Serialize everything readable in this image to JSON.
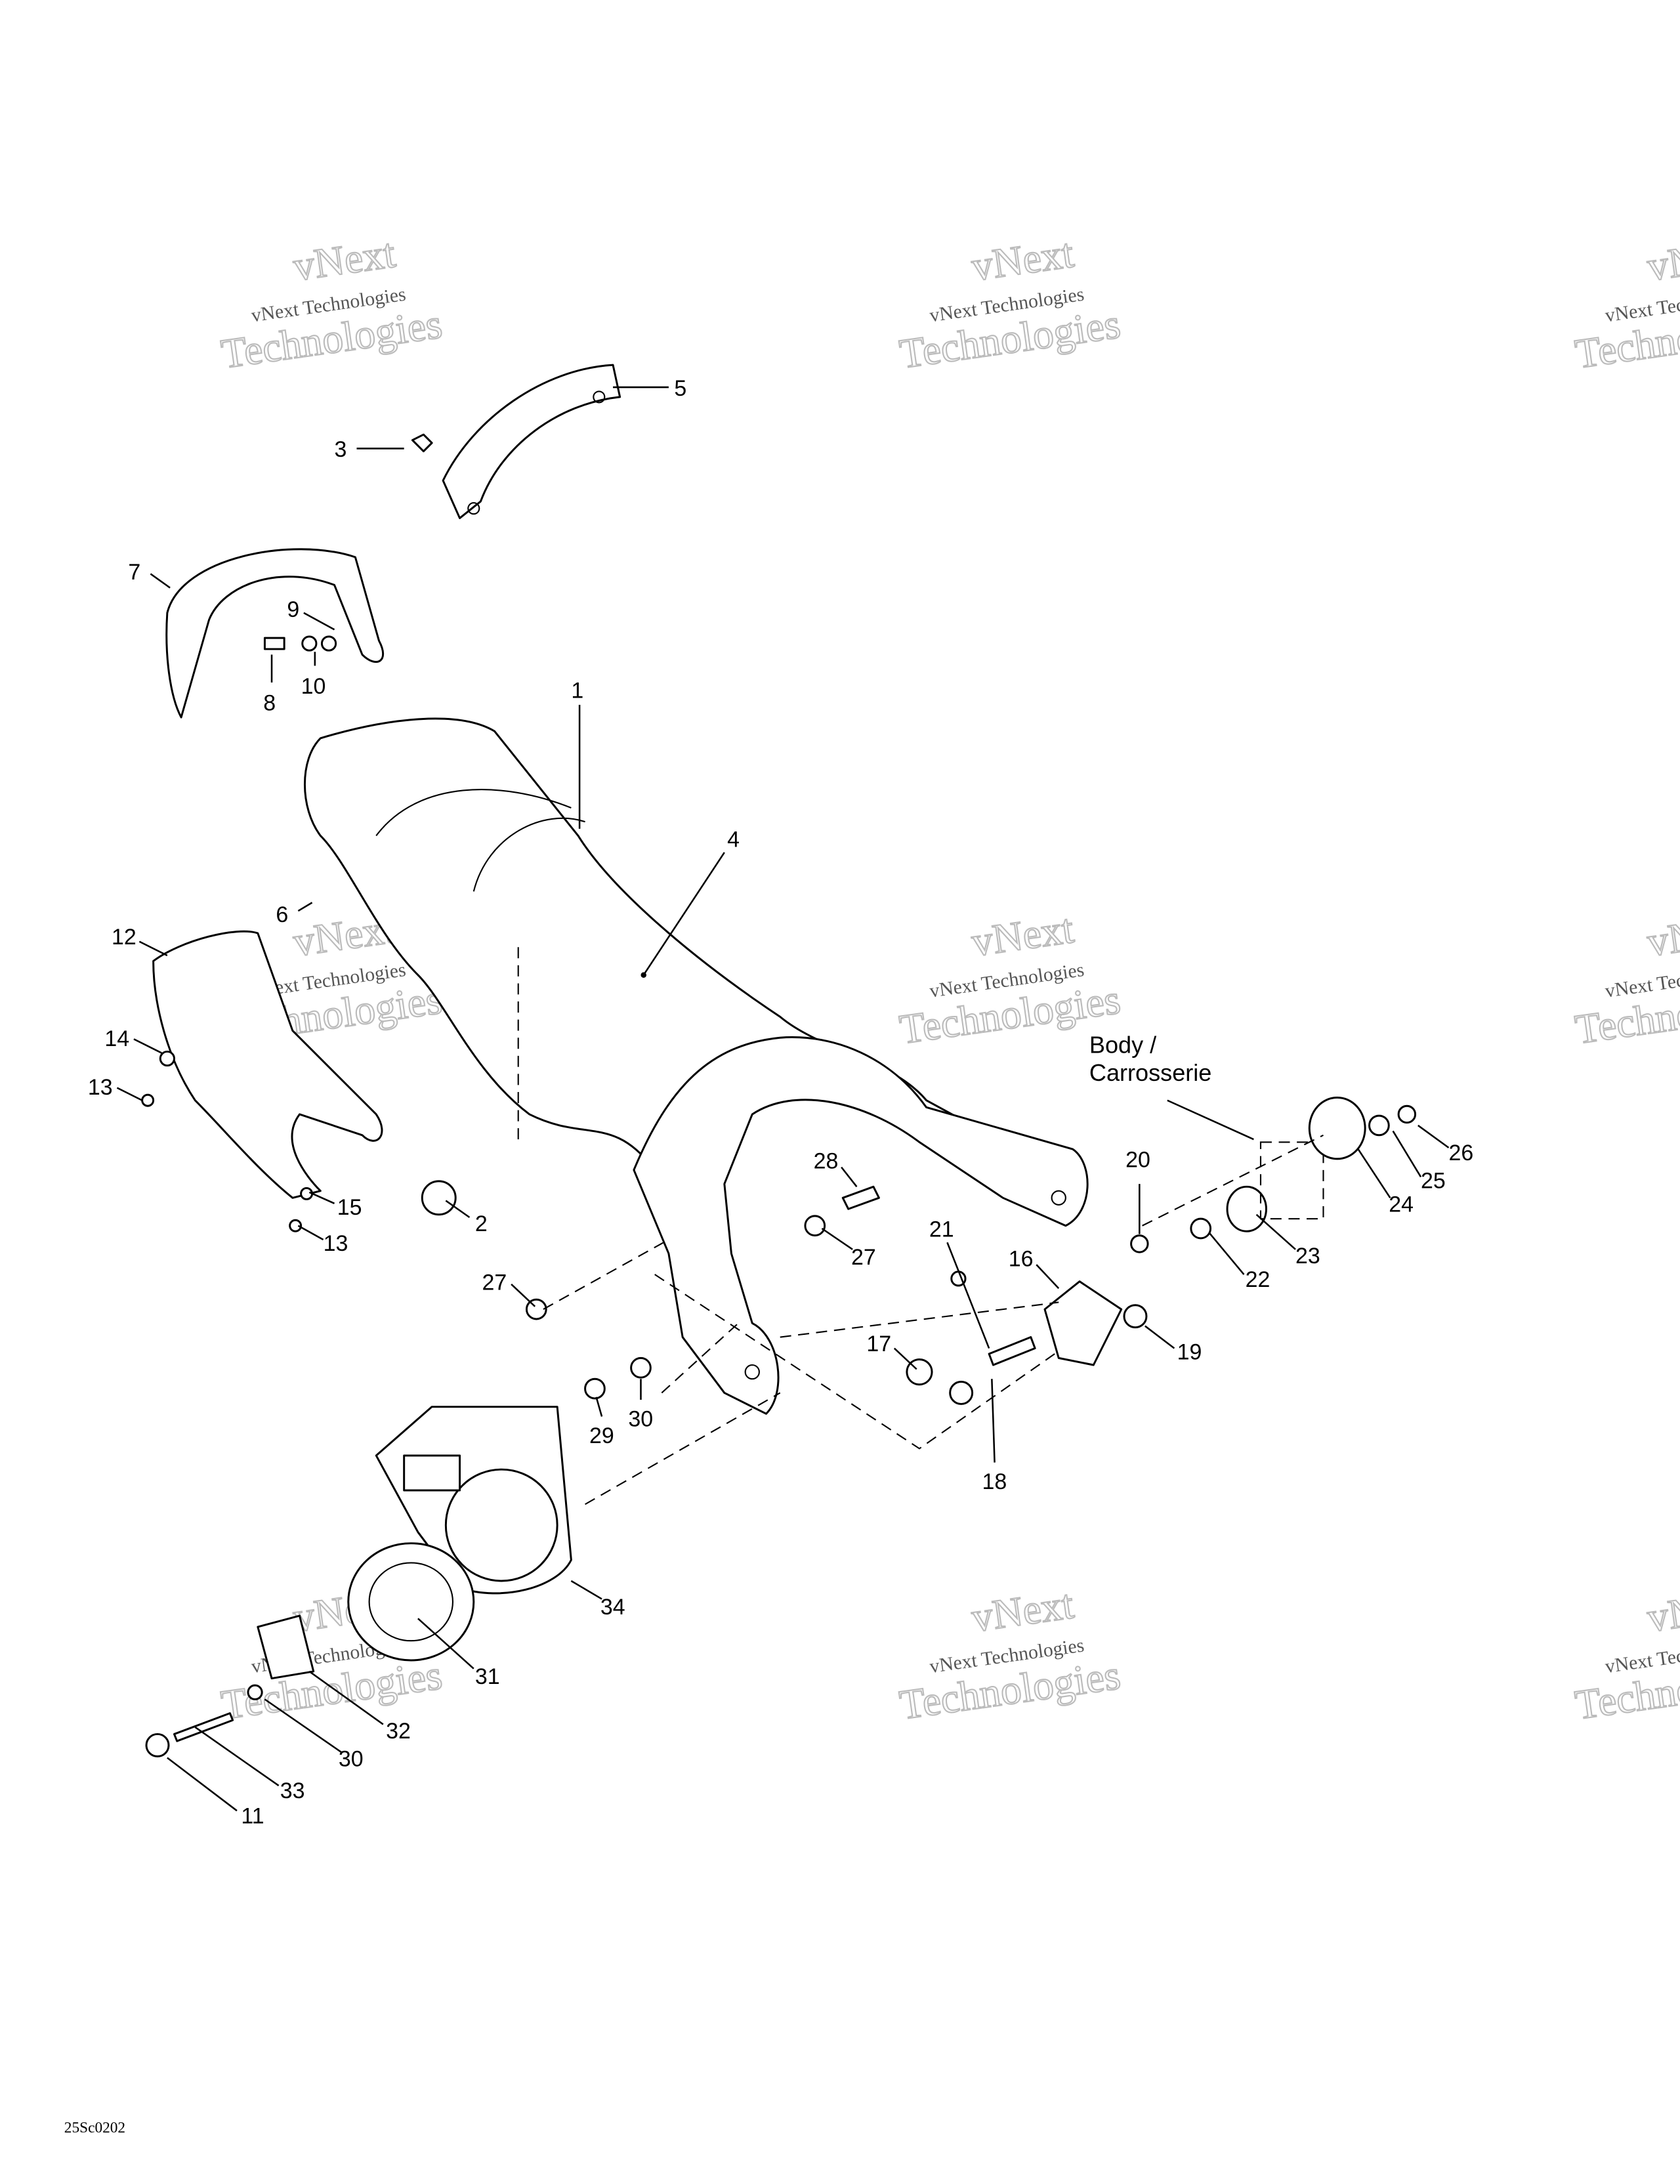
{
  "diagram": {
    "drawing_code": "25Sc0202",
    "body_label_line1": "Body /",
    "body_label_line2": "Carrosserie",
    "callouts": [
      "1",
      "2",
      "3",
      "4",
      "5",
      "6",
      "7",
      "8",
      "9",
      "10",
      "11",
      "12",
      "13",
      "13",
      "14",
      "15",
      "16",
      "17",
      "18",
      "19",
      "20",
      "21",
      "22",
      "23",
      "24",
      "25",
      "26",
      "27",
      "27",
      "28",
      "29",
      "30",
      "30",
      "31",
      "32",
      "33",
      "34"
    ]
  },
  "watermark": {
    "big_top": "vNext",
    "small": "vNext Technologies",
    "big_bottom": "Technologies"
  }
}
